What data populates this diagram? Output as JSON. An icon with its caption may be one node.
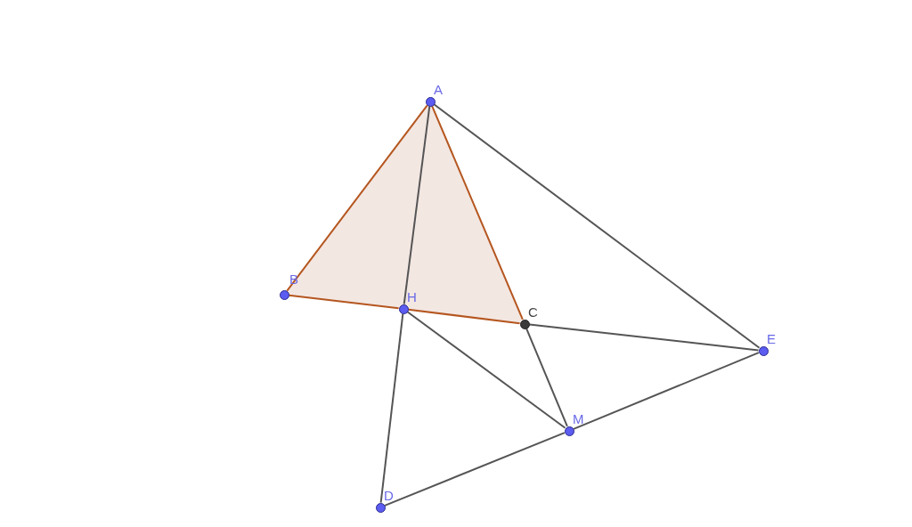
{
  "diagram": {
    "nodes": [
      {
        "text": [],
        "shape": "circle",
        "beside": [
          "A"
        ]
      },
      {
        "text": [],
        "shape": "circle",
        "beside": [
          "B"
        ]
      },
      {
        "text": [],
        "shape": "circle",
        "beside": [
          "H"
        ]
      },
      {
        "text": [],
        "shape": "circle",
        "beside": [
          "C"
        ]
      },
      {
        "text": [],
        "shape": "circle",
        "beside": [
          "E"
        ]
      },
      {
        "text": [],
        "shape": "circle",
        "beside": [
          "M"
        ]
      },
      {
        "text": [],
        "shape": "circle",
        "beside": [
          "D"
        ]
      }
    ],
    "edges": [
      {
        "from": 0,
        "to": 1,
        "arrow": "none",
        "color": "#b5561f"
      },
      {
        "from": 0,
        "to": 3,
        "arrow": "none",
        "color": "#b5561f"
      },
      {
        "from": 1,
        "to": 2,
        "arrow": "none",
        "color": "#b5561f"
      },
      {
        "from": 2,
        "to": 3,
        "arrow": "none",
        "color": "#b5561f"
      },
      {
        "from": 0,
        "to": 2,
        "arrow": "none"
      },
      {
        "from": 2,
        "to": 6,
        "arrow": "none"
      },
      {
        "from": 0,
        "to": 4,
        "arrow": "none"
      },
      {
        "from": 3,
        "to": 4,
        "arrow": "none"
      },
      {
        "from": 2,
        "to": 5,
        "arrow": "none"
      },
      {
        "from": 3,
        "to": 5,
        "arrow": "none"
      },
      {
        "from": 6,
        "to": 5,
        "arrow": "none"
      },
      {
        "from": 5,
        "to": 4,
        "arrow": "none"
      }
    ]
  }
}
